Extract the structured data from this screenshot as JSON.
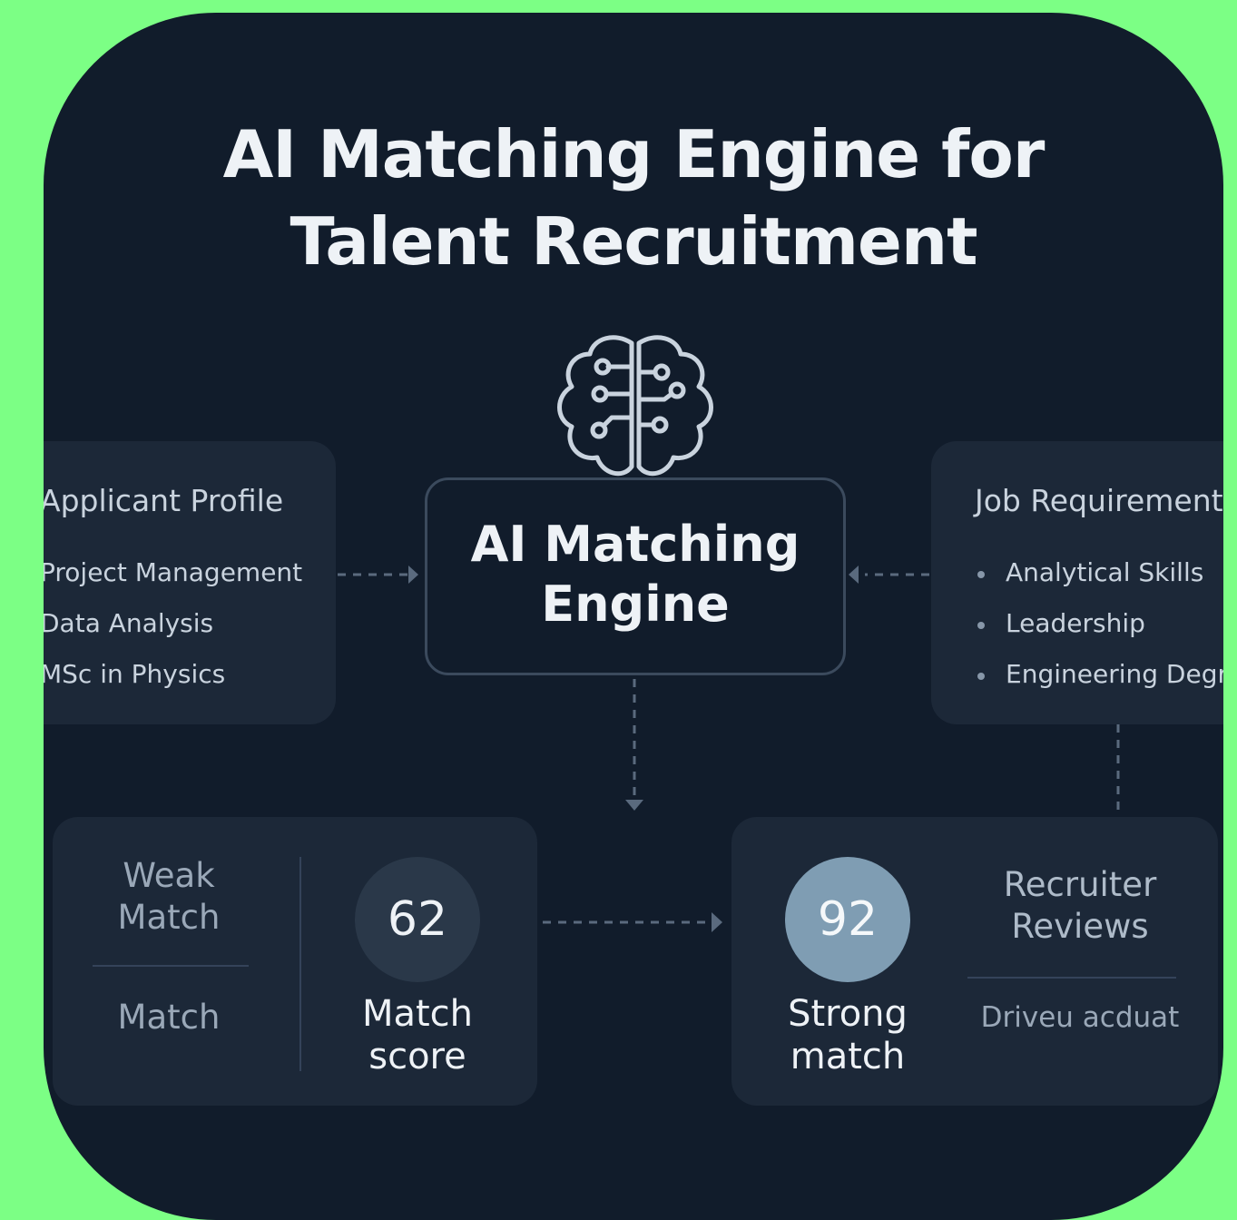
{
  "title": {
    "line1": "AI Matching Engine for",
    "line2": "Talent Recruitment"
  },
  "center": {
    "icon": "brain-circuit-icon",
    "label_line1": "AI Matching",
    "label_line2": "Engine"
  },
  "applicant_profile": {
    "title": "Applicant Profile",
    "items": [
      "Project Management",
      "Data Analysis",
      "MSc in Physics"
    ]
  },
  "job_requirements": {
    "title": "Job Requirements",
    "items": [
      "Analytical Skills",
      "Leadership",
      "Engineering Degree"
    ]
  },
  "weak_panel": {
    "label_line1": "Weak",
    "label_line2": "Match",
    "label_bottom": "Match",
    "score": "62",
    "caption_line1": "Match",
    "caption_line2": "score"
  },
  "strong_panel": {
    "score": "92",
    "caption_line1": "Strong",
    "caption_line2": "match",
    "label_line1": "Recruiter",
    "label_line2": "Reviews",
    "label_bottom": "Driveu acduat"
  },
  "colors": {
    "background": "#7cff85",
    "card": "#111c2b",
    "panel": "#1c2838",
    "strong_circle": "#7f9db3",
    "weak_circle": "#2a3849"
  }
}
